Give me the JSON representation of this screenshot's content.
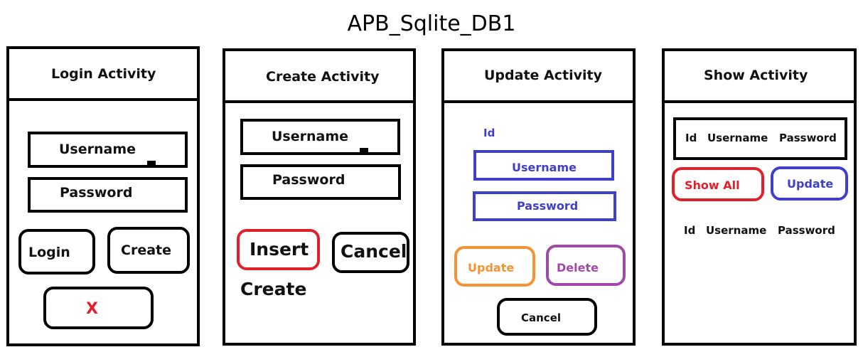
{
  "title": "APB_Sqlite_DB1",
  "colors": {
    "black": "#000000",
    "red": "#e0202a",
    "blue": "#3f3fc9",
    "orange": "#f59234",
    "purple": "#a04aa8"
  },
  "login": {
    "header": "Login Activity",
    "username": "Username",
    "password": "Password",
    "login_button": "Login",
    "create_button": "Create",
    "close_button": "X"
  },
  "create": {
    "header": "Create Activity",
    "username": "Username",
    "password": "Password",
    "insert_button": "Insert",
    "cancel_button": "Cancel",
    "create_text": "Create"
  },
  "update": {
    "header": "Update Activity",
    "id_label": "Id",
    "username": "Username",
    "password": "Password",
    "update_button": "Update",
    "delete_button": "Delete",
    "cancel_button": "Cancel"
  },
  "show": {
    "header": "Show Activity",
    "columns": [
      "Id",
      "Username",
      "Password"
    ],
    "show_all_button": "Show All",
    "update_button": "Update",
    "row": [
      "Id",
      "Username",
      "Password"
    ]
  }
}
